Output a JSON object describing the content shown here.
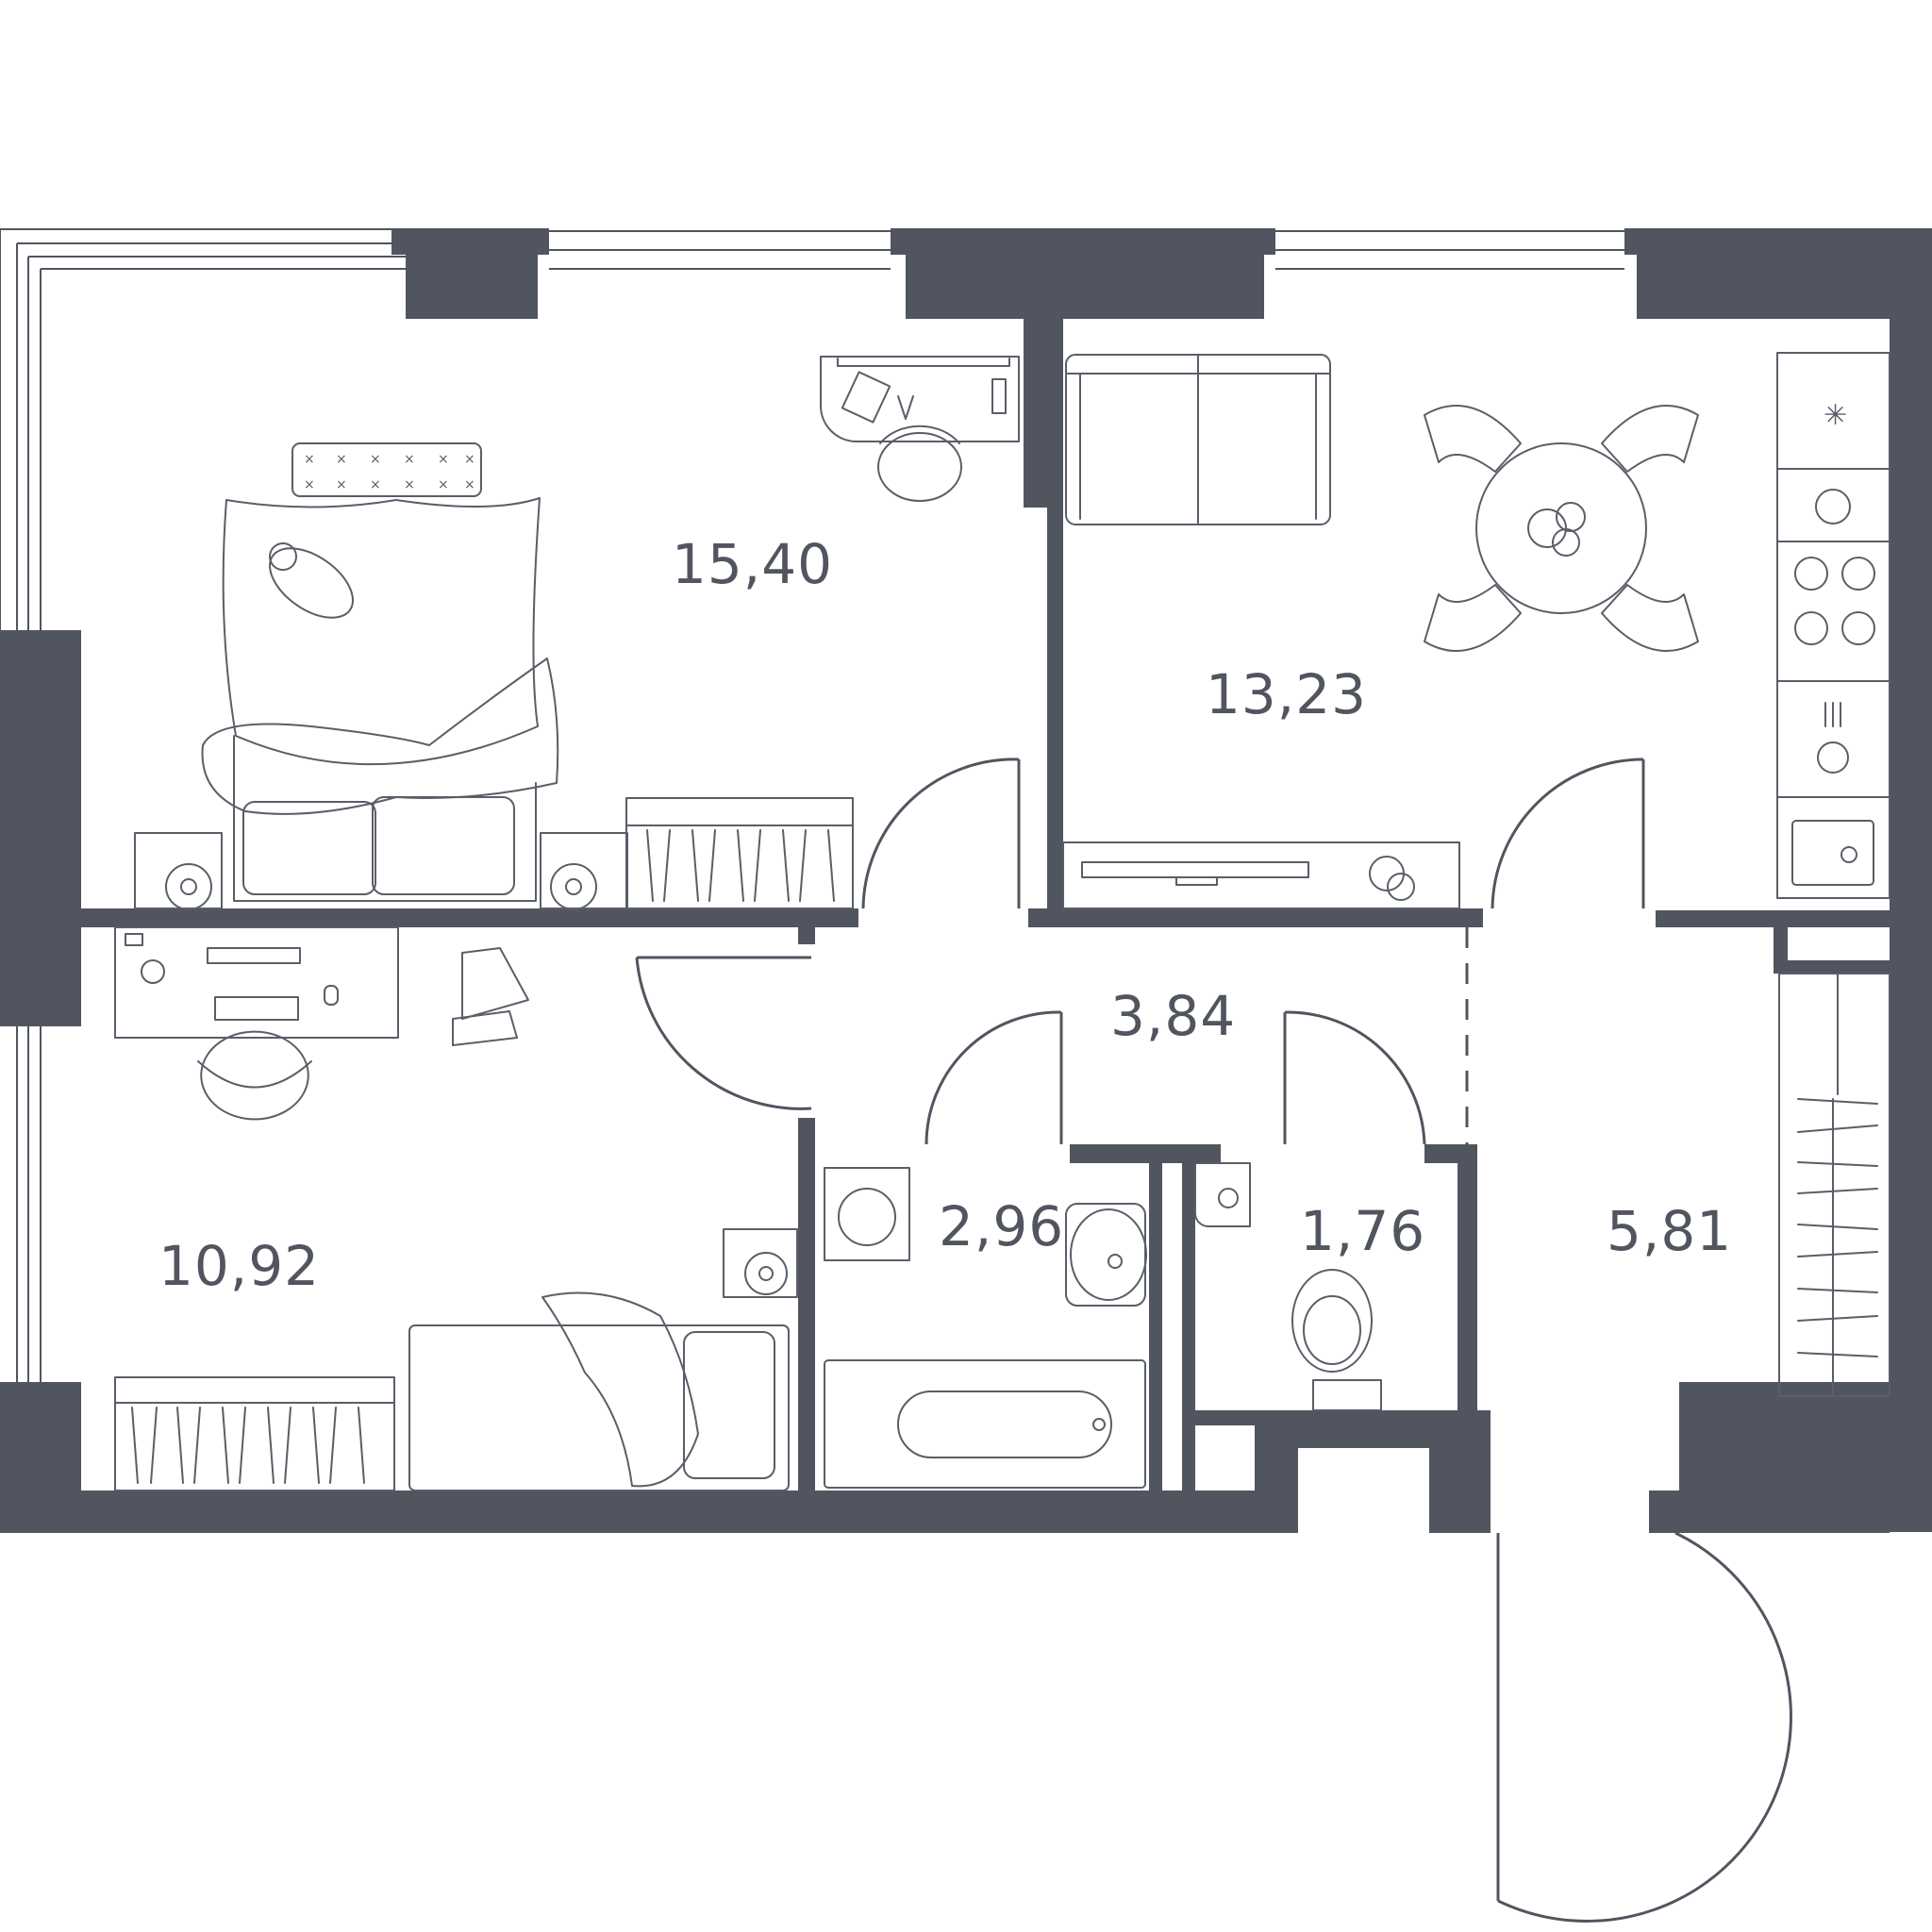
{
  "plan": {
    "wall_color": "#51555f",
    "line_color": "#5a5e68",
    "rooms": [
      {
        "id": "bedroom-large",
        "area": "15,40"
      },
      {
        "id": "kitchen-living",
        "area": "13,23"
      },
      {
        "id": "bedroom-small",
        "area": "10,92"
      },
      {
        "id": "corridor",
        "area": "3,84"
      },
      {
        "id": "bathroom",
        "area": "2,96"
      },
      {
        "id": "toilet",
        "area": "1,76"
      },
      {
        "id": "hallway",
        "area": "5,81"
      }
    ]
  }
}
